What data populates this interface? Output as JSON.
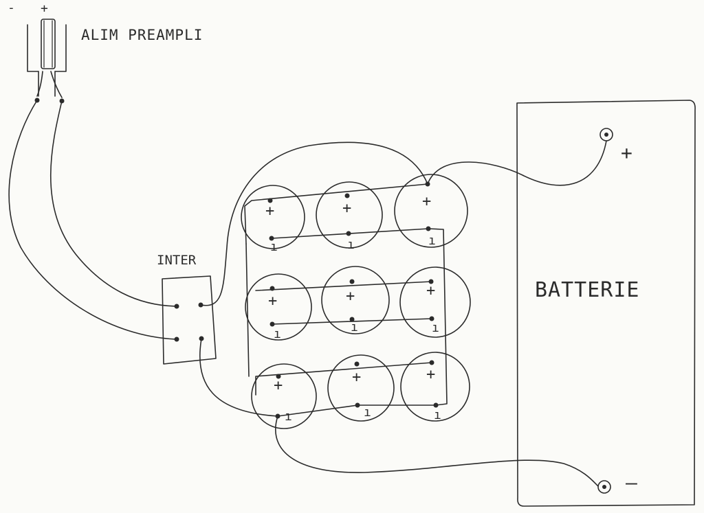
{
  "diagram": {
    "supply": {
      "label": "ALIM PREAMPLI",
      "minus_sign": "-",
      "plus_sign": "+"
    },
    "switch": {
      "label": "INTER"
    },
    "battery": {
      "label": "BATTERIE",
      "plus_sign": "+",
      "minus_sign": "–"
    },
    "cells": {
      "plus_sign": "+",
      "minus_sign": "ı"
    }
  }
}
